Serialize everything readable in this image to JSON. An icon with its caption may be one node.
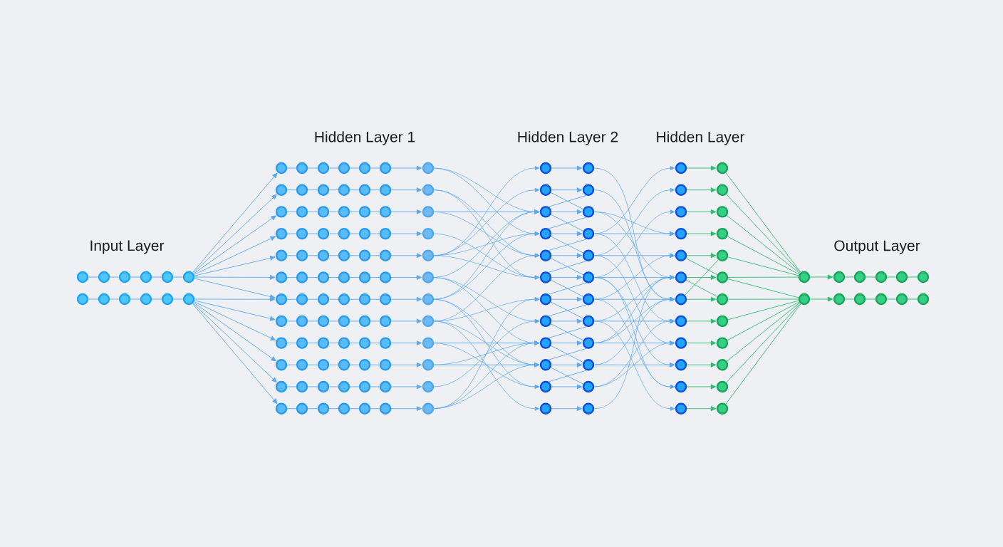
{
  "diagram": {
    "nodes": [
      {
        "text": [],
        "shape": "circle"
      },
      {
        "text": [],
        "shape": "circle"
      },
      {
        "text": [],
        "shape": "circle"
      },
      {
        "text": [],
        "shape": "circle"
      },
      {
        "text": [],
        "shape": "circle"
      },
      {
        "text": [],
        "shape": "circle"
      },
      {
        "text": [],
        "shape": "circle"
      },
      {
        "text": [],
        "shape": "circle"
      },
      {
        "text": [],
        "shape": "circle"
      },
      {
        "text": [],
        "shape": "circle"
      },
      {
        "text": [],
        "shape": "circle"
      },
      {
        "text": [],
        "shape": "circle"
      },
      {
        "text": [],
        "shape": "circle"
      },
      {
        "text": [],
        "shape": "circle"
      },
      {
        "text": [],
        "shape": "circle"
      },
      {
        "text": [],
        "shape": "circle"
      },
      {
        "text": [],
        "shape": "circle"
      },
      {
        "text": [],
        "shape": "circle"
      },
      {
        "text": [],
        "shape": "circle"
      },
      {
        "text": [],
        "shape": "circle"
      },
      {
        "text": [],
        "shape": "circle"
      },
      {
        "text": [],
        "shape": "circle"
      },
      {
        "text": [],
        "shape": "circle"
      },
      {
        "text": [],
        "shape": "circle"
      },
      {
        "text": [],
        "shape": "circle"
      },
      {
        "text": [],
        "shape": "circle"
      },
      {
        "text": [],
        "shape": "circle"
      },
      {
        "text": [],
        "shape": "circle"
      },
      {
        "text": [],
        "shape": "circle"
      },
      {
        "text": [],
        "shape": "circle"
      },
      {
        "text": [],
        "shape": "circle"
      },
      {
        "text": [],
        "shape": "circle"
      },
      {
        "text": [],
        "shape": "circle"
      },
      {
        "text": [],
        "shape": "circle"
      },
      {
        "text": [],
        "shape": "circle"
      },
      {
        "text": [],
        "shape": "circle"
      },
      {
        "text": [],
        "shape": "circle"
      },
      {
        "text": [],
        "shape": "circle"
      },
      {
        "text": [],
        "shape": "circle"
      },
      {
        "text": [],
        "shape": "circle"
      },
      {
        "text": [],
        "shape": "circle"
      },
      {
        "text": [],
        "shape": "circle"
      },
      {
        "text": [],
        "shape": "circle"
      },
      {
        "text": [],
        "shape": "circle"
      },
      {
        "text": [],
        "shape": "circle"
      },
      {
        "text": [],
        "shape": "circle"
      },
      {
        "text": [],
        "shape": "circle"
      },
      {
        "text": [],
        "shape": "circle"
      },
      {
        "text": [],
        "shape": "circle"
      },
      {
        "text": [],
        "shape": "circle"
      },
      {
        "text": [],
        "shape": "circle"
      },
      {
        "text": [],
        "shape": "circle"
      },
      {
        "text": [],
        "shape": "circle"
      },
      {
        "text": [],
        "shape": "circle"
      },
      {
        "text": [],
        "shape": "circle"
      },
      {
        "text": [],
        "shape": "circle"
      },
      {
        "text": [],
        "shape": "circle"
      },
      {
        "text": [],
        "shape": "circle"
      },
      {
        "text": [],
        "shape": "circle"
      },
      {
        "text": [],
        "shape": "circle"
      },
      {
        "text": [],
        "shape": "circle"
      },
      {
        "text": [],
        "shape": "circle"
      },
      {
        "text": [],
        "shape": "circle"
      },
      {
        "text": [],
        "shape": "circle"
      },
      {
        "text": [],
        "shape": "circle"
      },
      {
        "text": [],
        "shape": "circle"
      },
      {
        "text": [],
        "shape": "circle"
      },
      {
        "text": [],
        "shape": "circle"
      },
      {
        "text": [],
        "shape": "circle"
      },
      {
        "text": [],
        "shape": "circle"
      },
      {
        "text": [],
        "shape": "circle"
      },
      {
        "text": [],
        "shape": "circle"
      },
      {
        "text": [],
        "shape": "circle"
      },
      {
        "text": [],
        "shape": "circle"
      },
      {
        "text": [],
        "shape": "circle"
      },
      {
        "text": [],
        "shape": "circle"
      },
      {
        "text": [],
        "shape": "circle"
      },
      {
        "text": [],
        "shape": "circle"
      },
      {
        "text": [],
        "shape": "circle"
      },
      {
        "text": [],
        "shape": "circle"
      },
      {
        "text": [],
        "shape": "circle"
      },
      {
        "text": [],
        "shape": "circle"
      },
      {
        "text": [],
        "shape": "circle"
      },
      {
        "text": [],
        "shape": "circle"
      },
      {
        "text": [],
        "shape": "circle"
      },
      {
        "text": [],
        "shape": "circle"
      },
      {
        "text": [],
        "shape": "circle"
      },
      {
        "text": [],
        "shape": "circle"
      },
      {
        "text": [],
        "shape": "circle"
      },
      {
        "text": [],
        "shape": "circle"
      },
      {
        "text": [],
        "shape": "circle"
      },
      {
        "text": [],
        "shape": "circle"
      },
      {
        "text": [],
        "shape": "circle"
      },
      {
        "text": [],
        "shape": "circle"
      },
      {
        "text": [],
        "shape": "circle"
      },
      {
        "text": [],
        "shape": "circle"
      },
      {
        "text": [],
        "shape": "circle"
      },
      {
        "text": [],
        "shape": "circle"
      },
      {
        "text": [],
        "shape": "circle"
      },
      {
        "text": [],
        "shape": "circle"
      },
      {
        "text": [],
        "shape": "circle"
      },
      {
        "text": [],
        "shape": "circle"
      },
      {
        "text": [],
        "shape": "circle"
      },
      {
        "text": [],
        "shape": "circle"
      },
      {
        "text": [],
        "shape": "circle"
      },
      {
        "text": [],
        "shape": "circle"
      },
      {
        "text": [],
        "shape": "circle"
      },
      {
        "text": [],
        "shape": "circle"
      },
      {
        "text": [],
        "shape": "circle"
      },
      {
        "text": [],
        "shape": "circle"
      },
      {
        "text": [],
        "shape": "circle"
      },
      {
        "text": [],
        "shape": "circle"
      },
      {
        "text": [],
        "shape": "circle"
      },
      {
        "text": [],
        "shape": "circle"
      },
      {
        "text": [],
        "shape": "circle"
      },
      {
        "text": [],
        "shape": "circle"
      },
      {
        "text": [],
        "shape": "circle"
      },
      {
        "text": [],
        "shape": "circle"
      },
      {
        "text": [],
        "shape": "circle"
      },
      {
        "text": [],
        "shape": "circle"
      },
      {
        "text": [],
        "shape": "circle"
      },
      {
        "text": [],
        "shape": "circle"
      },
      {
        "text": [],
        "shape": "circle"
      },
      {
        "text": [],
        "shape": "circle"
      },
      {
        "text": [],
        "shape": "circle"
      },
      {
        "text": [],
        "shape": "circle"
      },
      {
        "text": [],
        "shape": "circle"
      },
      {
        "text": [],
        "shape": "circle"
      },
      {
        "text": [],
        "shape": "circle"
      },
      {
        "text": [],
        "shape": "circle"
      },
      {
        "text": [],
        "shape": "circle"
      },
      {
        "text": [],
        "shape": "circle"
      },
      {
        "text": [],
        "shape": "circle"
      },
      {
        "text": [],
        "shape": "circle"
      },
      {
        "text": [],
        "shape": "circle"
      },
      {
        "text": [],
        "shape": "circle"
      },
      {
        "text": [],
        "shape": "circle"
      },
      {
        "text": [],
        "shape": "circle"
      },
      {
        "text": [],
        "shape": "circle"
      },
      {
        "text": [],
        "shape": "circle"
      },
      {
        "text": [],
        "shape": "circle"
      },
      {
        "text": [],
        "shape": "circle"
      },
      {
        "text": [],
        "shape": "circle"
      },
      {
        "text": [],
        "shape": "circle"
      },
      {
        "text": [],
        "shape": "circle"
      },
      {
        "text": [],
        "shape": "circle"
      },
      {
        "text": [],
        "shape": "circle"
      },
      {
        "text": [],
        "shape": "circle"
      },
      {
        "text": [],
        "shape": "circle"
      },
      {
        "text": [],
        "shape": "circle"
      },
      {
        "text": [],
        "shape": "circle"
      },
      {
        "text": [],
        "shape": "circle"
      },
      {
        "text": [],
        "shape": "circle"
      },
      {
        "text": [],
        "shape": "circle"
      },
      {
        "text": [],
        "shape": "circle"
      },
      {
        "text": [],
        "shape": "circle"
      }
    ],
    "edges": [
      {
        "from": 0,
        "to": 1,
        "arrow": "none"
      },
      {
        "from": 1,
        "to": 2,
        "arrow": "none"
      },
      {
        "from": 2,
        "to": 3,
        "arrow": "none"
      },
      {
        "from": 3,
        "to": 4,
        "arrow": "none"
      },
      {
        "from": 4,
        "to": 5,
        "arrow": "none"
      },
      {
        "from": 6,
        "to": 7,
        "arrow": "none"
      },
      {
        "from": 7,
        "to": 8,
        "arrow": "none"
      },
      {
        "from": 8,
        "to": 9,
        "arrow": "none"
      },
      {
        "from": 9,
        "to": 10,
        "arrow": "none"
      },
      {
        "from": 10,
        "to": 11,
        "arrow": "none"
      },
      {
        "from": 5,
        "to": 12,
        "arrow": "to"
      },
      {
        "from": 5,
        "to": 19,
        "arrow": "to"
      },
      {
        "from": 5,
        "to": 26,
        "arrow": "to"
      },
      {
        "from": 5,
        "to": 33,
        "arrow": "to"
      },
      {
        "from": 5,
        "to": 40,
        "arrow": "to"
      },
      {
        "from": 5,
        "to": 47,
        "arrow": "to"
      },
      {
        "from": 5,
        "to": 54,
        "arrow": "to"
      },
      {
        "from": 11,
        "to": 54,
        "arrow": "to"
      },
      {
        "from": 11,
        "to": 61,
        "arrow": "to"
      },
      {
        "from": 11,
        "to": 68,
        "arrow": "to"
      },
      {
        "from": 11,
        "to": 75,
        "arrow": "to"
      },
      {
        "from": 11,
        "to": 82,
        "arrow": "to"
      },
      {
        "from": 11,
        "to": 89,
        "arrow": "to"
      },
      {
        "from": 12,
        "to": 13,
        "arrow": "none"
      },
      {
        "from": 13,
        "to": 14,
        "arrow": "none"
      },
      {
        "from": 14,
        "to": 15,
        "arrow": "none"
      },
      {
        "from": 15,
        "to": 16,
        "arrow": "none"
      },
      {
        "from": 16,
        "to": 17,
        "arrow": "none"
      },
      {
        "from": 17,
        "to": 18,
        "arrow": "to"
      },
      {
        "from": 19,
        "to": 20,
        "arrow": "none"
      },
      {
        "from": 20,
        "to": 21,
        "arrow": "none"
      },
      {
        "from": 21,
        "to": 22,
        "arrow": "none"
      },
      {
        "from": 22,
        "to": 23,
        "arrow": "none"
      },
      {
        "from": 23,
        "to": 24,
        "arrow": "none"
      },
      {
        "from": 24,
        "to": 25,
        "arrow": "to"
      },
      {
        "from": 26,
        "to": 27,
        "arrow": "none"
      },
      {
        "from": 27,
        "to": 28,
        "arrow": "none"
      },
      {
        "from": 28,
        "to": 29,
        "arrow": "none"
      },
      {
        "from": 29,
        "to": 30,
        "arrow": "none"
      },
      {
        "from": 30,
        "to": 31,
        "arrow": "none"
      },
      {
        "from": 31,
        "to": 32,
        "arrow": "to"
      },
      {
        "from": 33,
        "to": 34,
        "arrow": "none"
      },
      {
        "from": 34,
        "to": 35,
        "arrow": "none"
      },
      {
        "from": 35,
        "to": 36,
        "arrow": "none"
      },
      {
        "from": 36,
        "to": 37,
        "arrow": "none"
      },
      {
        "from": 37,
        "to": 38,
        "arrow": "none"
      },
      {
        "from": 38,
        "to": 39,
        "arrow": "to"
      },
      {
        "from": 40,
        "to": 41,
        "arrow": "none"
      },
      {
        "from": 41,
        "to": 42,
        "arrow": "none"
      },
      {
        "from": 42,
        "to": 43,
        "arrow": "none"
      },
      {
        "from": 43,
        "to": 44,
        "arrow": "none"
      },
      {
        "from": 44,
        "to": 45,
        "arrow": "none"
      },
      {
        "from": 45,
        "to": 46,
        "arrow": "to"
      },
      {
        "from": 47,
        "to": 48,
        "arrow": "none"
      },
      {
        "from": 48,
        "to": 49,
        "arrow": "none"
      },
      {
        "from": 49,
        "to": 50,
        "arrow": "none"
      },
      {
        "from": 50,
        "to": 51,
        "arrow": "none"
      },
      {
        "from": 51,
        "to": 52,
        "arrow": "none"
      },
      {
        "from": 52,
        "to": 53,
        "arrow": "to"
      },
      {
        "from": 54,
        "to": 55,
        "arrow": "none"
      },
      {
        "from": 55,
        "to": 56,
        "arrow": "none"
      },
      {
        "from": 56,
        "to": 57,
        "arrow": "none"
      },
      {
        "from": 57,
        "to": 58,
        "arrow": "none"
      },
      {
        "from": 58,
        "to": 59,
        "arrow": "none"
      },
      {
        "from": 59,
        "to": 60,
        "arrow": "to"
      },
      {
        "from": 61,
        "to": 62,
        "arrow": "none"
      },
      {
        "from": 62,
        "to": 63,
        "arrow": "none"
      },
      {
        "from": 63,
        "to": 64,
        "arrow": "none"
      },
      {
        "from": 64,
        "to": 65,
        "arrow": "none"
      },
      {
        "from": 65,
        "to": 66,
        "arrow": "none"
      },
      {
        "from": 66,
        "to": 67,
        "arrow": "to"
      },
      {
        "from": 68,
        "to": 69,
        "arrow": "none"
      },
      {
        "from": 69,
        "to": 70,
        "arrow": "none"
      },
      {
        "from": 70,
        "to": 71,
        "arrow": "none"
      },
      {
        "from": 71,
        "to": 72,
        "arrow": "none"
      },
      {
        "from": 72,
        "to": 73,
        "arrow": "none"
      },
      {
        "from": 73,
        "to": 74,
        "arrow": "to"
      },
      {
        "from": 75,
        "to": 76,
        "arrow": "none"
      },
      {
        "from": 76,
        "to": 77,
        "arrow": "none"
      },
      {
        "from": 77,
        "to": 78,
        "arrow": "none"
      },
      {
        "from": 78,
        "to": 79,
        "arrow": "none"
      },
      {
        "from": 79,
        "to": 80,
        "arrow": "none"
      },
      {
        "from": 80,
        "to": 81,
        "arrow": "to"
      },
      {
        "from": 82,
        "to": 83,
        "arrow": "none"
      },
      {
        "from": 83,
        "to": 84,
        "arrow": "none"
      },
      {
        "from": 84,
        "to": 85,
        "arrow": "none"
      },
      {
        "from": 85,
        "to": 86,
        "arrow": "none"
      },
      {
        "from": 86,
        "to": 87,
        "arrow": "none"
      },
      {
        "from": 87,
        "to": 88,
        "arrow": "to"
      },
      {
        "from": 89,
        "to": 90,
        "arrow": "none"
      },
      {
        "from": 90,
        "to": 91,
        "arrow": "none"
      },
      {
        "from": 91,
        "to": 92,
        "arrow": "none"
      },
      {
        "from": 92,
        "to": 93,
        "arrow": "none"
      },
      {
        "from": 93,
        "to": 94,
        "arrow": "none"
      },
      {
        "from": 94,
        "to": 95,
        "arrow": "to"
      },
      {
        "from": 18,
        "to": 100,
        "arrow": "to"
      },
      {
        "from": 18,
        "to": 102,
        "arrow": "to"
      },
      {
        "from": 25,
        "to": 104,
        "arrow": "to"
      },
      {
        "from": 25,
        "to": 106,
        "arrow": "to"
      },
      {
        "from": 32,
        "to": 100,
        "arrow": "to"
      },
      {
        "from": 32,
        "to": 104,
        "arrow": "to"
      },
      {
        "from": 39,
        "to": 106,
        "arrow": "to"
      },
      {
        "from": 46,
        "to": 96,
        "arrow": "to"
      },
      {
        "from": 46,
        "to": 98,
        "arrow": "to"
      },
      {
        "from": 46,
        "to": 102,
        "arrow": "to"
      },
      {
        "from": 46,
        "to": 106,
        "arrow": "to"
      },
      {
        "from": 53,
        "to": 100,
        "arrow": "to"
      },
      {
        "from": 53,
        "to": 110,
        "arrow": "to"
      },
      {
        "from": 53,
        "to": 112,
        "arrow": "to"
      },
      {
        "from": 60,
        "to": 100,
        "arrow": "to"
      },
      {
        "from": 60,
        "to": 102,
        "arrow": "to"
      },
      {
        "from": 60,
        "to": 114,
        "arrow": "to"
      },
      {
        "from": 60,
        "to": 116,
        "arrow": "to"
      },
      {
        "from": 67,
        "to": 104,
        "arrow": "to"
      },
      {
        "from": 67,
        "to": 108,
        "arrow": "to"
      },
      {
        "from": 67,
        "to": 114,
        "arrow": "to"
      },
      {
        "from": 67,
        "to": 118,
        "arrow": "to"
      },
      {
        "from": 74,
        "to": 112,
        "arrow": "to"
      },
      {
        "from": 74,
        "to": 116,
        "arrow": "to"
      },
      {
        "from": 81,
        "to": 114,
        "arrow": "to"
      },
      {
        "from": 81,
        "to": 112,
        "arrow": "to"
      },
      {
        "from": 88,
        "to": 110,
        "arrow": "to"
      },
      {
        "from": 95,
        "to": 108,
        "arrow": "to"
      },
      {
        "from": 95,
        "to": 112,
        "arrow": "to"
      },
      {
        "from": 95,
        "to": 114,
        "arrow": "to"
      },
      {
        "from": 96,
        "to": 97,
        "arrow": "to"
      },
      {
        "from": 98,
        "to": 99,
        "arrow": "to"
      },
      {
        "from": 100,
        "to": 101,
        "arrow": "to"
      },
      {
        "from": 102,
        "to": 103,
        "arrow": "to"
      },
      {
        "from": 104,
        "to": 105,
        "arrow": "to"
      },
      {
        "from": 106,
        "to": 107,
        "arrow": "to"
      },
      {
        "from": 108,
        "to": 109,
        "arrow": "to"
      },
      {
        "from": 110,
        "to": 111,
        "arrow": "to"
      },
      {
        "from": 112,
        "to": 113,
        "arrow": "to"
      },
      {
        "from": 114,
        "to": 115,
        "arrow": "to"
      },
      {
        "from": 116,
        "to": 117,
        "arrow": "to"
      },
      {
        "from": 118,
        "to": 119,
        "arrow": "to"
      },
      {
        "from": 98,
        "to": 101,
        "arrow": "none"
      },
      {
        "from": 100,
        "to": 99,
        "arrow": "none"
      },
      {
        "from": 100,
        "to": 103,
        "arrow": "none"
      },
      {
        "from": 102,
        "to": 101,
        "arrow": "none"
      },
      {
        "from": 102,
        "to": 105,
        "arrow": "none"
      },
      {
        "from": 104,
        "to": 103,
        "arrow": "none"
      },
      {
        "from": 104,
        "to": 107,
        "arrow": "none"
      },
      {
        "from": 106,
        "to": 105,
        "arrow": "none"
      },
      {
        "from": 106,
        "to": 109,
        "arrow": "none"
      },
      {
        "from": 108,
        "to": 107,
        "arrow": "none"
      },
      {
        "from": 108,
        "to": 111,
        "arrow": "none"
      },
      {
        "from": 110,
        "to": 109,
        "arrow": "none"
      },
      {
        "from": 110,
        "to": 113,
        "arrow": "none"
      },
      {
        "from": 112,
        "to": 111,
        "arrow": "none"
      },
      {
        "from": 112,
        "to": 115,
        "arrow": "none"
      },
      {
        "from": 114,
        "to": 113,
        "arrow": "none"
      },
      {
        "from": 114,
        "to": 117,
        "arrow": "none"
      },
      {
        "from": 116,
        "to": 115,
        "arrow": "none"
      },
      {
        "from": 97,
        "to": 132,
        "arrow": "to"
      },
      {
        "from": 99,
        "to": 132,
        "arrow": "to"
      },
      {
        "from": 101,
        "to": 126,
        "arrow": "to"
      },
      {
        "from": 101,
        "to": 130,
        "arrow": "to"
      },
      {
        "from": 103,
        "to": 120,
        "arrow": "to"
      },
      {
        "from": 103,
        "to": 126,
        "arrow": "to"
      },
      {
        "from": 103,
        "to": 134,
        "arrow": "to"
      },
      {
        "from": 105,
        "to": 122,
        "arrow": "to"
      },
      {
        "from": 105,
        "to": 128,
        "arrow": "to"
      },
      {
        "from": 105,
        "to": 136,
        "arrow": "to"
      },
      {
        "from": 107,
        "to": 124,
        "arrow": "to"
      },
      {
        "from": 107,
        "to": 130,
        "arrow": "to"
      },
      {
        "from": 107,
        "to": 138,
        "arrow": "to"
      },
      {
        "from": 107,
        "to": 140,
        "arrow": "to"
      },
      {
        "from": 109,
        "to": 128,
        "arrow": "to"
      },
      {
        "from": 109,
        "to": 132,
        "arrow": "to"
      },
      {
        "from": 109,
        "to": 140,
        "arrow": "to"
      },
      {
        "from": 111,
        "to": 130,
        "arrow": "to"
      },
      {
        "from": 111,
        "to": 134,
        "arrow": "to"
      },
      {
        "from": 111,
        "to": 142,
        "arrow": "to"
      },
      {
        "from": 113,
        "to": 130,
        "arrow": "to"
      },
      {
        "from": 113,
        "to": 132,
        "arrow": "to"
      },
      {
        "from": 113,
        "to": 136,
        "arrow": "to"
      },
      {
        "from": 115,
        "to": 132,
        "arrow": "to"
      },
      {
        "from": 115,
        "to": 138,
        "arrow": "to"
      },
      {
        "from": 117,
        "to": 136,
        "arrow": "to"
      },
      {
        "from": 117,
        "to": 134,
        "arrow": "to"
      },
      {
        "from": 119,
        "to": 130,
        "arrow": "to"
      },
      {
        "from": 120,
        "to": 121,
        "arrow": "to",
        "color": "#2dbb6e"
      },
      {
        "from": 122,
        "to": 123,
        "arrow": "to",
        "color": "#2dbb6e"
      },
      {
        "from": 124,
        "to": 125,
        "arrow": "to",
        "color": "#2dbb6e"
      },
      {
        "from": 126,
        "to": 127,
        "arrow": "to",
        "color": "#2dbb6e"
      },
      {
        "from": 128,
        "to": 129,
        "arrow": "to",
        "color": "#2dbb6e"
      },
      {
        "from": 130,
        "to": 131,
        "arrow": "to",
        "color": "#2dbb6e"
      },
      {
        "from": 132,
        "to": 133,
        "arrow": "to",
        "color": "#2dbb6e"
      },
      {
        "from": 134,
        "to": 135,
        "arrow": "to",
        "color": "#2dbb6e"
      },
      {
        "from": 136,
        "to": 137,
        "arrow": "to",
        "color": "#2dbb6e"
      },
      {
        "from": 138,
        "to": 139,
        "arrow": "to",
        "color": "#2dbb6e"
      },
      {
        "from": 140,
        "to": 141,
        "arrow": "to",
        "color": "#2dbb6e"
      },
      {
        "from": 142,
        "to": 143,
        "arrow": "to",
        "color": "#2dbb6e"
      },
      {
        "from": 128,
        "to": 131,
        "arrow": "none",
        "color": "#2dbb6e"
      },
      {
        "from": 132,
        "to": 129,
        "arrow": "none",
        "color": "#2dbb6e"
      },
      {
        "from": 130,
        "to": 133,
        "arrow": "none",
        "color": "#2dbb6e"
      },
      {
        "from": 121,
        "to": 144,
        "arrow": "none",
        "color": "#2dbb6e"
      },
      {
        "from": 123,
        "to": 144,
        "arrow": "none",
        "color": "#2dbb6e"
      },
      {
        "from": 125,
        "to": 144,
        "arrow": "none",
        "color": "#2dbb6e"
      },
      {
        "from": 127,
        "to": 144,
        "arrow": "none",
        "color": "#2dbb6e"
      },
      {
        "from": 129,
        "to": 144,
        "arrow": "none",
        "color": "#2dbb6e"
      },
      {
        "from": 131,
        "to": 144,
        "arrow": "none",
        "color": "#2dbb6e"
      },
      {
        "from": 131,
        "to": 150,
        "arrow": "none",
        "color": "#2dbb6e"
      },
      {
        "from": 133,
        "to": 150,
        "arrow": "none",
        "color": "#2dbb6e"
      },
      {
        "from": 135,
        "to": 150,
        "arrow": "none",
        "color": "#2dbb6e"
      },
      {
        "from": 137,
        "to": 150,
        "arrow": "none",
        "color": "#2dbb6e"
      },
      {
        "from": 139,
        "to": 150,
        "arrow": "none",
        "color": "#2dbb6e"
      },
      {
        "from": 141,
        "to": 150,
        "arrow": "none",
        "color": "#2dbb6e"
      },
      {
        "from": 143,
        "to": 150,
        "arrow": "none",
        "color": "#2dbb6e"
      },
      {
        "from": 144,
        "to": 145,
        "arrow": "to",
        "color": "#2dbb6e"
      },
      {
        "from": 145,
        "to": 146,
        "arrow": "none",
        "color": "#2dbb6e"
      },
      {
        "from": 146,
        "to": 147,
        "arrow": "none",
        "color": "#2dbb6e"
      },
      {
        "from": 147,
        "to": 148,
        "arrow": "none",
        "color": "#2dbb6e"
      },
      {
        "from": 148,
        "to": 149,
        "arrow": "none",
        "color": "#2dbb6e"
      },
      {
        "from": 150,
        "to": 151,
        "arrow": "to",
        "color": "#2dbb6e"
      },
      {
        "from": 151,
        "to": 152,
        "arrow": "none",
        "color": "#2dbb6e"
      },
      {
        "from": 152,
        "to": 153,
        "arrow": "none",
        "color": "#2dbb6e"
      },
      {
        "from": 153,
        "to": 154,
        "arrow": "none",
        "color": "#2dbb6e"
      },
      {
        "from": 154,
        "to": 155,
        "arrow": "none",
        "color": "#2dbb6e"
      }
    ],
    "labels": [
      "Hidden Layer 1",
      "Hidden Layer 2",
      "Hidden Layer",
      "Input Layer",
      "Output Layer"
    ]
  }
}
